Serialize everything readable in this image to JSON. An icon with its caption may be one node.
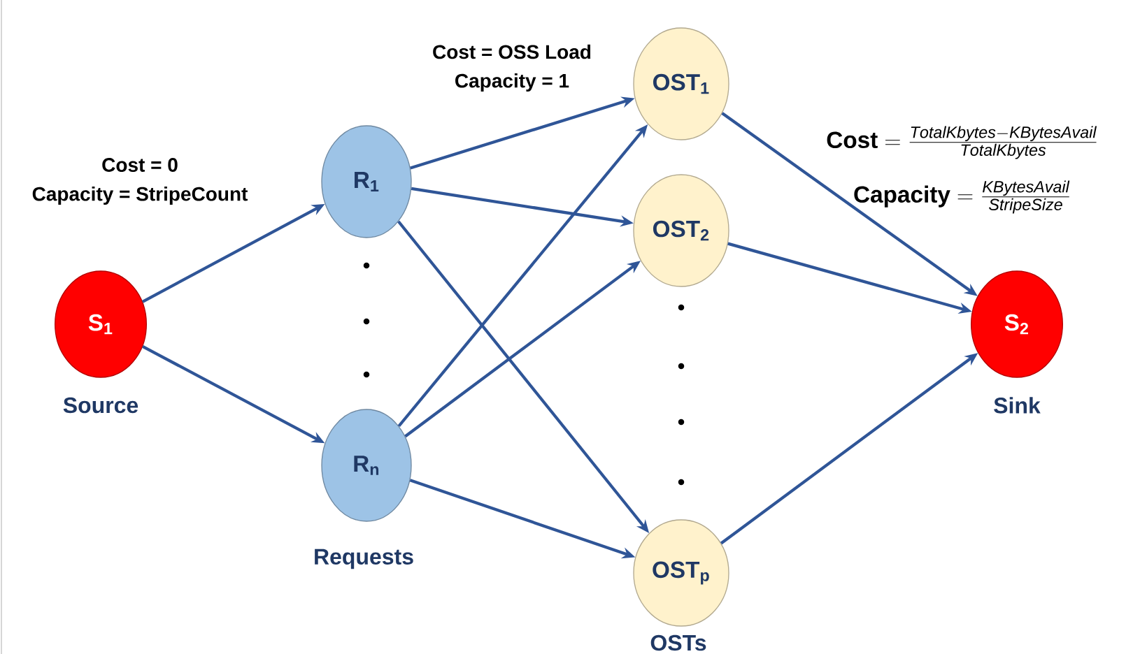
{
  "diagram": {
    "nodes": [
      {
        "text": [
          "S$_{1}$"
        ],
        "beside": [
          "Source"
        ]
      },
      {
        "text": [
          "R$_{1}$"
        ]
      },
      {
        "text": [
          "R$_{n}$"
        ]
      },
      {
        "text": [
          "OST$_{1}$"
        ]
      },
      {
        "text": [
          "OST$_{2}$"
        ]
      },
      {
        "text": [
          "OST$_{p}$"
        ]
      },
      {
        "text": [
          "S$_{2}$"
        ],
        "beside": [
          "Sink"
        ]
      }
    ],
    "edges": [
      {
        "from": 0,
        "to": 1,
        "arrow": "to"
      },
      {
        "from": 0,
        "to": 2,
        "arrow": "to"
      },
      {
        "from": 1,
        "to": 3,
        "arrow": "to"
      },
      {
        "from": 1,
        "to": 4,
        "arrow": "to"
      },
      {
        "from": 1,
        "to": 5,
        "arrow": "to"
      },
      {
        "from": 2,
        "to": 3,
        "arrow": "to"
      },
      {
        "from": 2,
        "to": 4,
        "arrow": "to"
      },
      {
        "from": 2,
        "to": 5,
        "arrow": "to"
      },
      {
        "from": 3,
        "to": 6,
        "arrow": "to"
      },
      {
        "from": 4,
        "to": 6,
        "arrow": "to"
      },
      {
        "from": 5,
        "to": 6,
        "arrow": "to"
      }
    ],
    "labels": [
      "Cost = 0",
      "Capacity = StripeCount",
      "Cost = OSS Load",
      "Capacity = 1",
      "\\textbf{Cost} = \\frac{\\mathit{TotalKbytes} - \\mathit{KBytesAvail}}{\\mathit{TotalKbytes}}",
      "\\textbf{Capacity} = \\frac{\\mathit{KBytesAvail}}{\\mathit{StripeSize}}",
      "Requests",
      "OSTs"
    ]
  }
}
